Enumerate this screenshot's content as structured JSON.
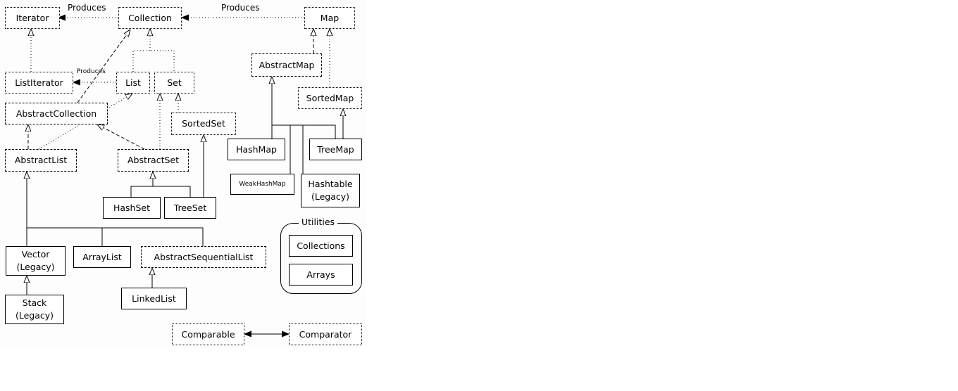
{
  "nodes": {
    "iterator": "Iterator",
    "collection": "Collection",
    "map": "Map",
    "abstract_map": "AbstractMap",
    "list_iterator": "ListIterator",
    "list": "List",
    "set": "Set",
    "sorted_map": "SortedMap",
    "abstract_collection": "AbstractCollection",
    "sorted_set": "SortedSet",
    "hash_map": "HashMap",
    "tree_map": "TreeMap",
    "abstract_list": "AbstractList",
    "abstract_set": "AbstractSet",
    "weak_hash_map": "WeakHashMap",
    "hashtable": "Hashtable\n(Legacy)",
    "hash_set": "HashSet",
    "tree_set": "TreeSet",
    "vector": "Vector\n(Legacy)",
    "array_list": "ArrayList",
    "abstract_sequential_list": "AbstractSequentialList",
    "collections": "Collections",
    "arrays": "Arrays",
    "stack": "Stack\n(Legacy)",
    "linked_list": "LinkedList",
    "comparable": "Comparable",
    "comparator": "Comparator"
  },
  "labels": {
    "produces_collection_iterator": "Produces",
    "produces_map_collection": "Produces",
    "produces_list_listiterator": "Produces"
  },
  "groups": {
    "utilities": "Utilities"
  }
}
